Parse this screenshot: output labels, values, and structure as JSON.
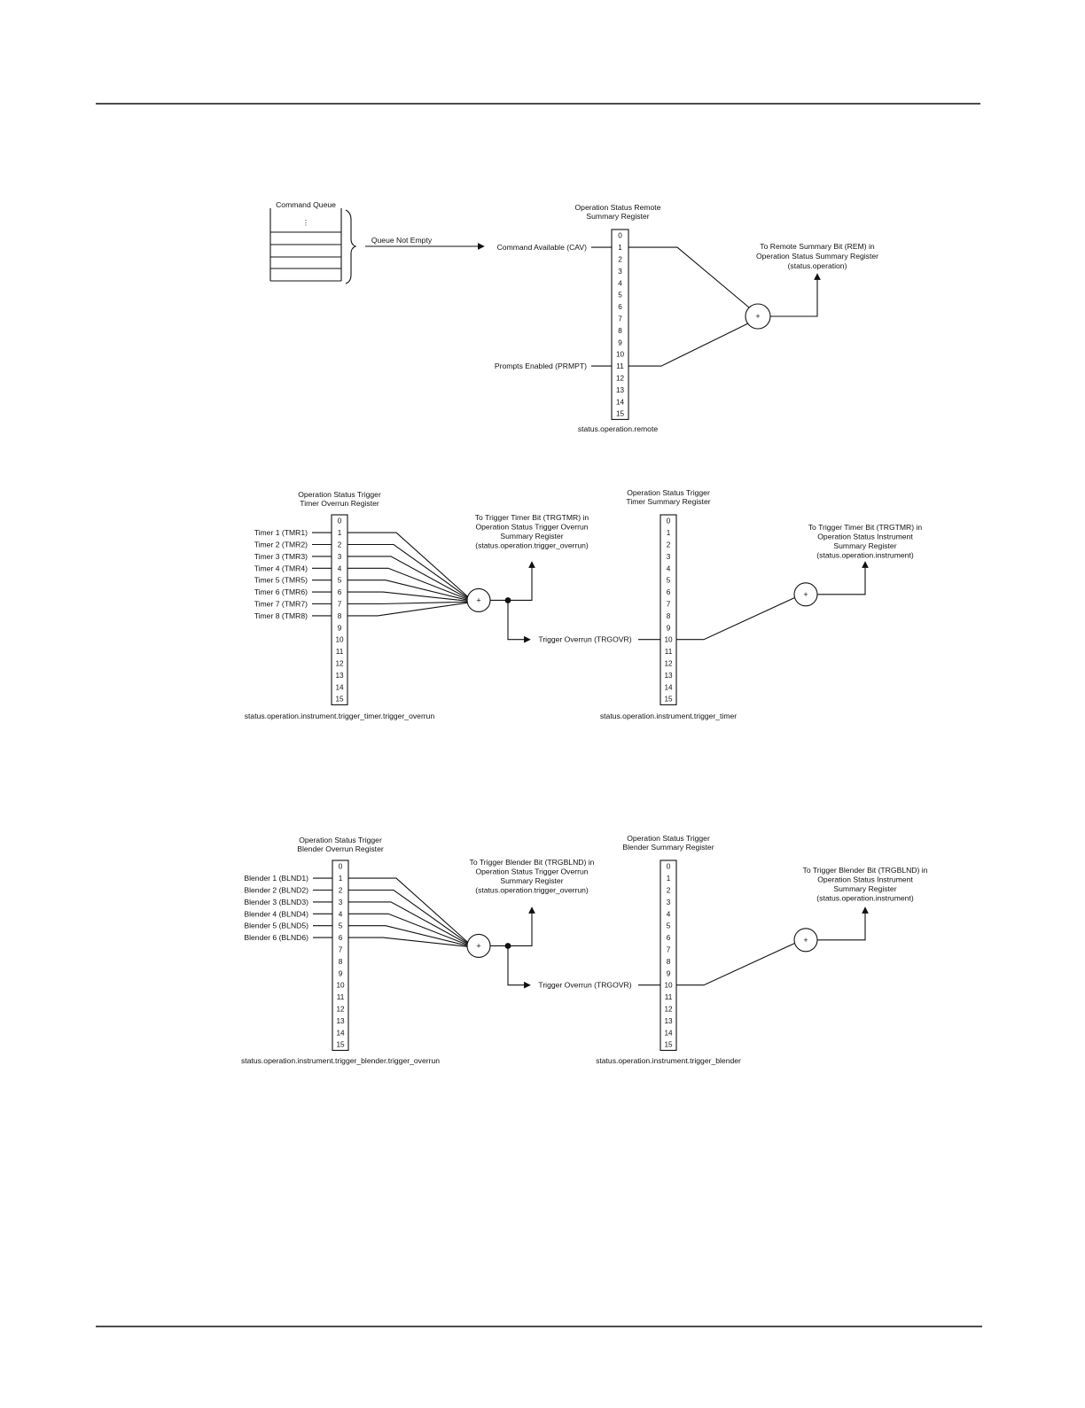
{
  "rules": {
    "top": true,
    "bottom": true
  },
  "bit_numbers": [
    "0",
    "1",
    "2",
    "3",
    "4",
    "5",
    "6",
    "7",
    "8",
    "9",
    "10",
    "11",
    "12",
    "13",
    "14",
    "15"
  ],
  "summing_symbol": "+",
  "diagram_remote": {
    "queue_title": "Command Queue",
    "queue_dots": "⋮",
    "queue_event": "Queue Not Empty",
    "register_title": [
      "Operation Status Remote",
      "Summary Register"
    ],
    "register_name": "status.operation.remote",
    "inputs": [
      {
        "label": "Command Available (CAV)",
        "bit": 1
      },
      {
        "label": "Prompts Enabled (PRMPT)",
        "bit": 11
      }
    ],
    "output": [
      "To Remote Summary Bit (REM) in",
      "Operation Status Summary Register",
      "(status.operation)"
    ]
  },
  "diagram_timer": {
    "overrun_title": [
      "Operation Status Trigger",
      "Timer Overrun Register"
    ],
    "overrun_name": "status.operation.instrument.trigger_timer.trigger_overrun",
    "inputs": [
      {
        "label": "Timer 1 (TMR1)",
        "bit": 1
      },
      {
        "label": "Timer 2 (TMR2)",
        "bit": 2
      },
      {
        "label": "Timer 3 (TMR3)",
        "bit": 3
      },
      {
        "label": "Timer 4 (TMR4)",
        "bit": 4
      },
      {
        "label": "Timer 5 (TMR5)",
        "bit": 5
      },
      {
        "label": "Timer 6 (TMR6)",
        "bit": 6
      },
      {
        "label": "Timer 7 (TMR7)",
        "bit": 7
      },
      {
        "label": "Timer 8 (TMR8)",
        "bit": 8
      }
    ],
    "overrun_output": [
      "To Trigger Timer Bit (TRGTMR) in",
      "Operation Status Trigger Overrun",
      "Summary Register",
      "(status.operation.trigger_overrun)"
    ],
    "link_label": "Trigger Overrun (TRGOVR)",
    "link_bit": 10,
    "summary_title": [
      "Operation Status Trigger",
      "Timer Summary Register"
    ],
    "summary_name": "status.operation.instrument.trigger_timer",
    "summary_output": [
      "To Trigger Timer Bit (TRGTMR) in",
      "Operation Status Instrument",
      "Summary Register",
      "(status.operation.instrument)"
    ]
  },
  "diagram_blender": {
    "overrun_title": [
      "Operation Status Trigger",
      "Blender Overrun Register"
    ],
    "overrun_name": "status.operation.instrument.trigger_blender.trigger_overrun",
    "inputs": [
      {
        "label": "Blender 1 (BLND1)",
        "bit": 1
      },
      {
        "label": "Blender 2 (BLND2)",
        "bit": 2
      },
      {
        "label": "Blender 3 (BLND3)",
        "bit": 3
      },
      {
        "label": "Blender 4 (BLND4)",
        "bit": 4
      },
      {
        "label": "Blender 5 (BLND5)",
        "bit": 5
      },
      {
        "label": "Blender 6 (BLND6)",
        "bit": 6
      }
    ],
    "overrun_output": [
      "To Trigger Blender Bit (TRGBLND) in",
      "Operation Status Trigger Overrun",
      "Summary Register",
      "(status.operation.trigger_overrun)"
    ],
    "link_label": "Trigger Overrun (TRGOVR)",
    "link_bit": 10,
    "summary_title": [
      "Operation Status Trigger",
      "Blender Summary Register"
    ],
    "summary_name": "status.operation.instrument.trigger_blender",
    "summary_output": [
      "To Trigger Blender Bit (TRGBLND) in",
      "Operation Status Instrument",
      "Summary Register",
      "(status.operation.instrument)"
    ]
  }
}
